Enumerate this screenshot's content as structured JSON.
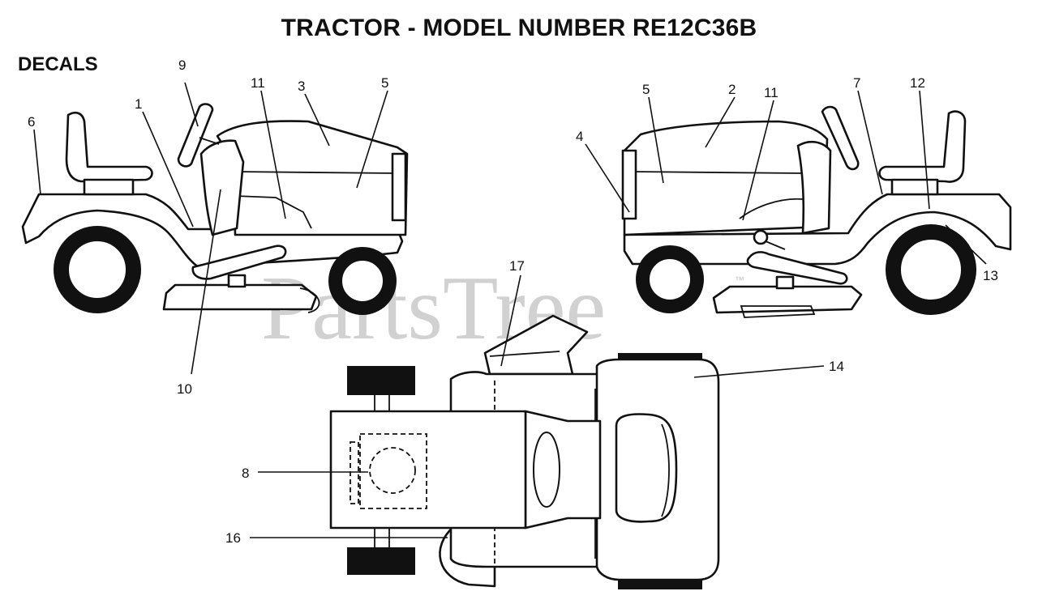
{
  "header": {
    "title": "TRACTOR  - MODEL NUMBER RE12C36B",
    "section": "DECALS"
  },
  "watermark": {
    "text": "PartsTree",
    "tm": "™",
    "color": "#9a9a9a"
  },
  "callouts": {
    "left_view": [
      "9",
      "11",
      "3",
      "5",
      "6",
      "1",
      "10"
    ],
    "right_view": [
      "5",
      "2",
      "11",
      "7",
      "12",
      "4",
      "13"
    ],
    "top_view": [
      "17",
      "14",
      "8",
      "16"
    ]
  }
}
